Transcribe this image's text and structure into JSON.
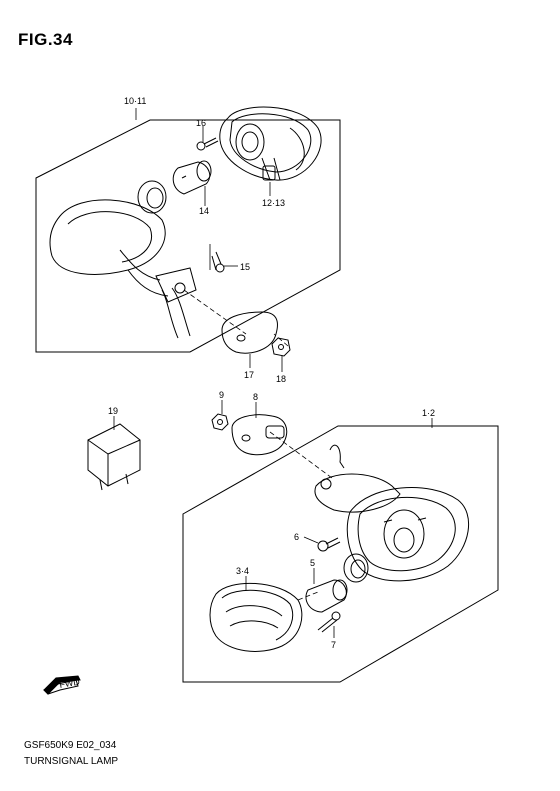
{
  "figure": {
    "title": "FIG.34"
  },
  "callouts": {
    "p10_11": "10·11",
    "p16": "16",
    "p12_13": "12·13",
    "p14": "14",
    "p15": "15",
    "p17": "17",
    "p18": "18",
    "p19": "19",
    "p9": "9",
    "p8": "8",
    "p1_2": "1·2",
    "p6": "6",
    "p5": "5",
    "p3_4": "3·4",
    "p7": "7",
    "fwd": "FWD"
  },
  "footer": {
    "code": "GSF650K9 E02_034",
    "name": "TURNSIGNAL LAMP"
  }
}
